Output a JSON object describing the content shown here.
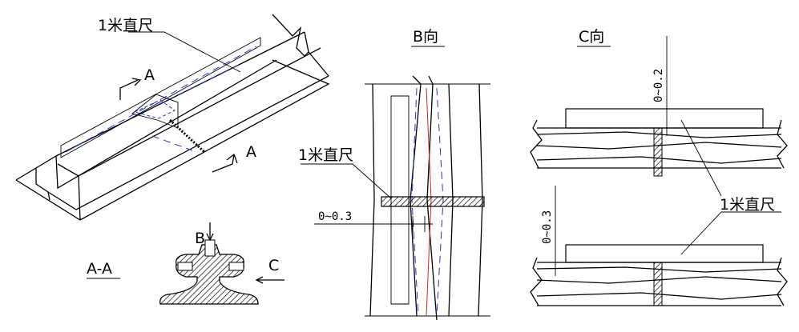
{
  "labels": {
    "ruler_main": "1米直尺",
    "section_arrow": "A",
    "section_arrow_2": "A",
    "view_b_title": "B向",
    "view_c_title": "C向",
    "ruler_b": "1米直尺",
    "ruler_c": "1米直尺",
    "gap_b": "0~0.3",
    "gap_c_top": "0~0.2",
    "gap_c_bottom": "0~0.3",
    "section_title": "A-A",
    "arrow_b": "B",
    "arrow_c": "C"
  },
  "colors": {
    "ink": "#000000",
    "blue": "#2233cc",
    "red": "#cc2222"
  }
}
